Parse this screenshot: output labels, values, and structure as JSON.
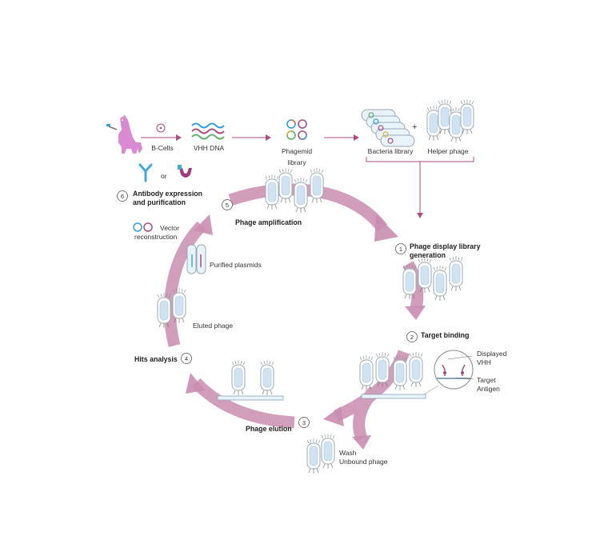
{
  "top_row": {
    "b_cells": "B-Cells",
    "vhh_dna": "VHH DNA",
    "phagemid_library": [
      "Phagemid",
      "library"
    ],
    "bacteria_library": "Bacteria library",
    "plus": "+",
    "helper_phage": "Helper phage"
  },
  "steps": [
    {
      "number": "1",
      "label": [
        "Phage display library",
        "generation"
      ]
    },
    {
      "number": "2",
      "label": [
        "Target binding"
      ]
    },
    {
      "number": "3",
      "label": [
        "Phage elution"
      ]
    },
    {
      "number": "4",
      "label": [
        "Hits analysis"
      ]
    },
    {
      "number": "5",
      "label": [
        "Phage amplification"
      ]
    },
    {
      "number": "6",
      "label": [
        "Antibody expression",
        "and purification"
      ]
    }
  ],
  "annotations": {
    "or": "or",
    "vector_reconstruction": [
      "Vector",
      "reconstruction"
    ],
    "purified_plasmids": "Purified plasmids",
    "eluted_phage": "Eluted phage",
    "displayed_vhh": [
      "Displayed",
      "VHH"
    ],
    "target_antigen": [
      "Target",
      "Antigen"
    ],
    "wash": [
      "Wash",
      "Unbound phage"
    ]
  },
  "colors": {
    "cycle_arrow": "#c98db0",
    "connector": "#a94d82",
    "llama": "#d98ad0",
    "phage_body": "#cfe3f2",
    "antibody_blue": "#3fa9e0",
    "antibody_purple": "#a23b7e"
  }
}
